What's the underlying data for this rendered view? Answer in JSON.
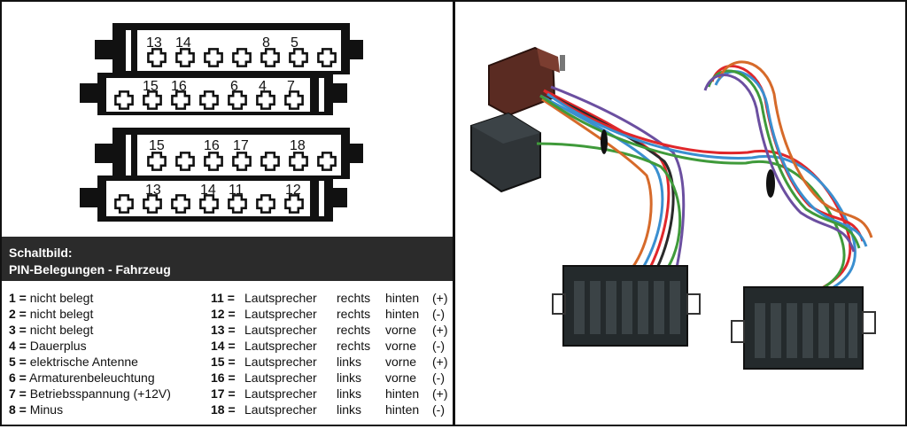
{
  "connector_labels": {
    "row1": [
      "13",
      "14",
      "8",
      "5"
    ],
    "row2": [
      "15",
      "16",
      "6",
      "4",
      "7"
    ],
    "row3": [
      "15",
      "16",
      "17",
      "18"
    ],
    "row4": [
      "13",
      "14",
      "11",
      "12"
    ]
  },
  "legend": {
    "title_line1": "Schaltbild:",
    "title_line2": "PIN-Belegungen - Fahrzeug",
    "left_items": [
      {
        "num": "1 =",
        "text": "nicht belegt"
      },
      {
        "num": "2 =",
        "text": "nicht belegt"
      },
      {
        "num": "3 =",
        "text": "nicht belegt"
      },
      {
        "num": "4 =",
        "text": "Dauerplus"
      },
      {
        "num": "5 =",
        "text": "elektrische Antenne"
      },
      {
        "num": "6 =",
        "text": "Armaturenbeleuchtung"
      },
      {
        "num": "7 =",
        "text": "Betriebsspannung (+12V)"
      },
      {
        "num": "8 =",
        "text": "Minus"
      }
    ],
    "right_items": [
      {
        "num": "11 =",
        "a": "Lautsprecher",
        "b": "rechts",
        "c": "hinten",
        "d": "(+)"
      },
      {
        "num": "12 =",
        "a": "Lautsprecher",
        "b": "rechts",
        "c": "hinten",
        "d": "(-)"
      },
      {
        "num": "13 =",
        "a": "Lautsprecher",
        "b": "rechts",
        "c": "vorne",
        "d": "(+)"
      },
      {
        "num": "14 =",
        "a": "Lautsprecher",
        "b": "rechts",
        "c": "vorne",
        "d": "(-)"
      },
      {
        "num": "15 =",
        "a": "Lautsprecher",
        "b": "links",
        "c": "vorne",
        "d": "(+)"
      },
      {
        "num": "16 =",
        "a": "Lautsprecher",
        "b": "links",
        "c": "vorne",
        "d": "(-)"
      },
      {
        "num": "17 =",
        "a": "Lautsprecher",
        "b": "links",
        "c": "hinten",
        "d": "(+)"
      },
      {
        "num": "18 =",
        "a": "Lautsprecher",
        "b": "links",
        "c": "hinten",
        "d": "(-)"
      }
    ]
  }
}
